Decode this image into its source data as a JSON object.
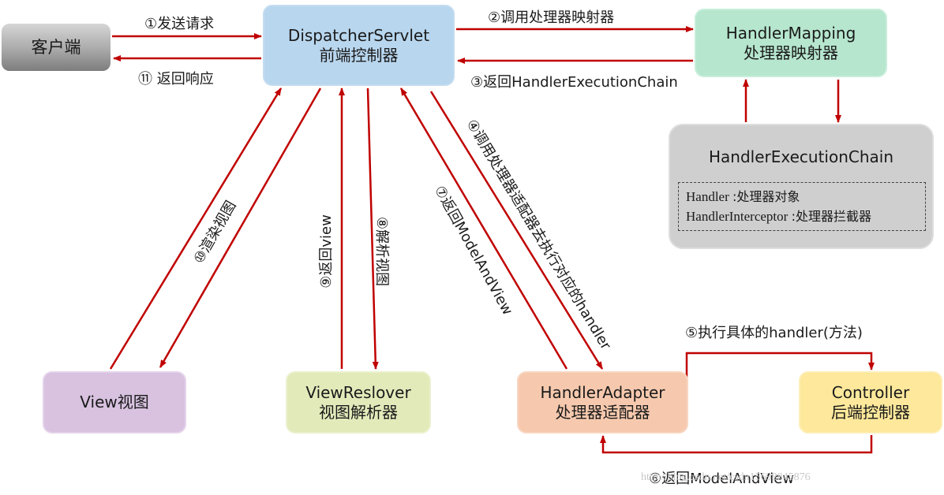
{
  "nodes": {
    "client": {
      "label": "客户端"
    },
    "dispatcher": {
      "line1": "DispatcherServlet",
      "line2": "前端控制器"
    },
    "handler_mapping": {
      "line1": "HandlerMapping",
      "line2": "处理器映射器"
    },
    "handler_execution_chain": {
      "title": "HandlerExecutionChain",
      "handler_name": "Handler",
      "handler_desc": ":处理器对象",
      "interceptor_name": "HandlerInterceptor",
      "interceptor_desc": ":处理器拦截器"
    },
    "view": {
      "label": "View视图"
    },
    "view_resolver": {
      "line1": "ViewReslover",
      "line2": "视图解析器"
    },
    "handler_adapter": {
      "line1": "HandlerAdapter",
      "line2": "处理器适配器"
    },
    "controller": {
      "line1": "Controller",
      "line2": "后端控制器"
    }
  },
  "edges": {
    "step1": "①发送请求",
    "step2": "②调用处理器映射器",
    "step3": "③返回HandlerExecutionChain",
    "step4": "④调用处理器适配器去执行对应的handler",
    "step5": "⑤执行具体的handler(方法)",
    "step6": "⑥返回ModelAndView",
    "step7": "⑦返回ModelAndView",
    "step8": "⑧解析视图",
    "step9": "⑨返回view",
    "step10": "⑩渲染视图",
    "step11": "⑪ 返回响应"
  },
  "watermark": "http://blog.csdn.net/csdn15698845876",
  "colors": {
    "arrow": "#c00000",
    "client": "#a9a9a9",
    "dispatcher": "#b8d6ee",
    "handler_mapping": "#b6e6ce",
    "handler_execution_chain": "#cfcfcf",
    "view": "#d8c2e0",
    "view_resolver": "#e2eaba",
    "handler_adapter": "#f6c9ae",
    "controller": "#fde89b"
  }
}
